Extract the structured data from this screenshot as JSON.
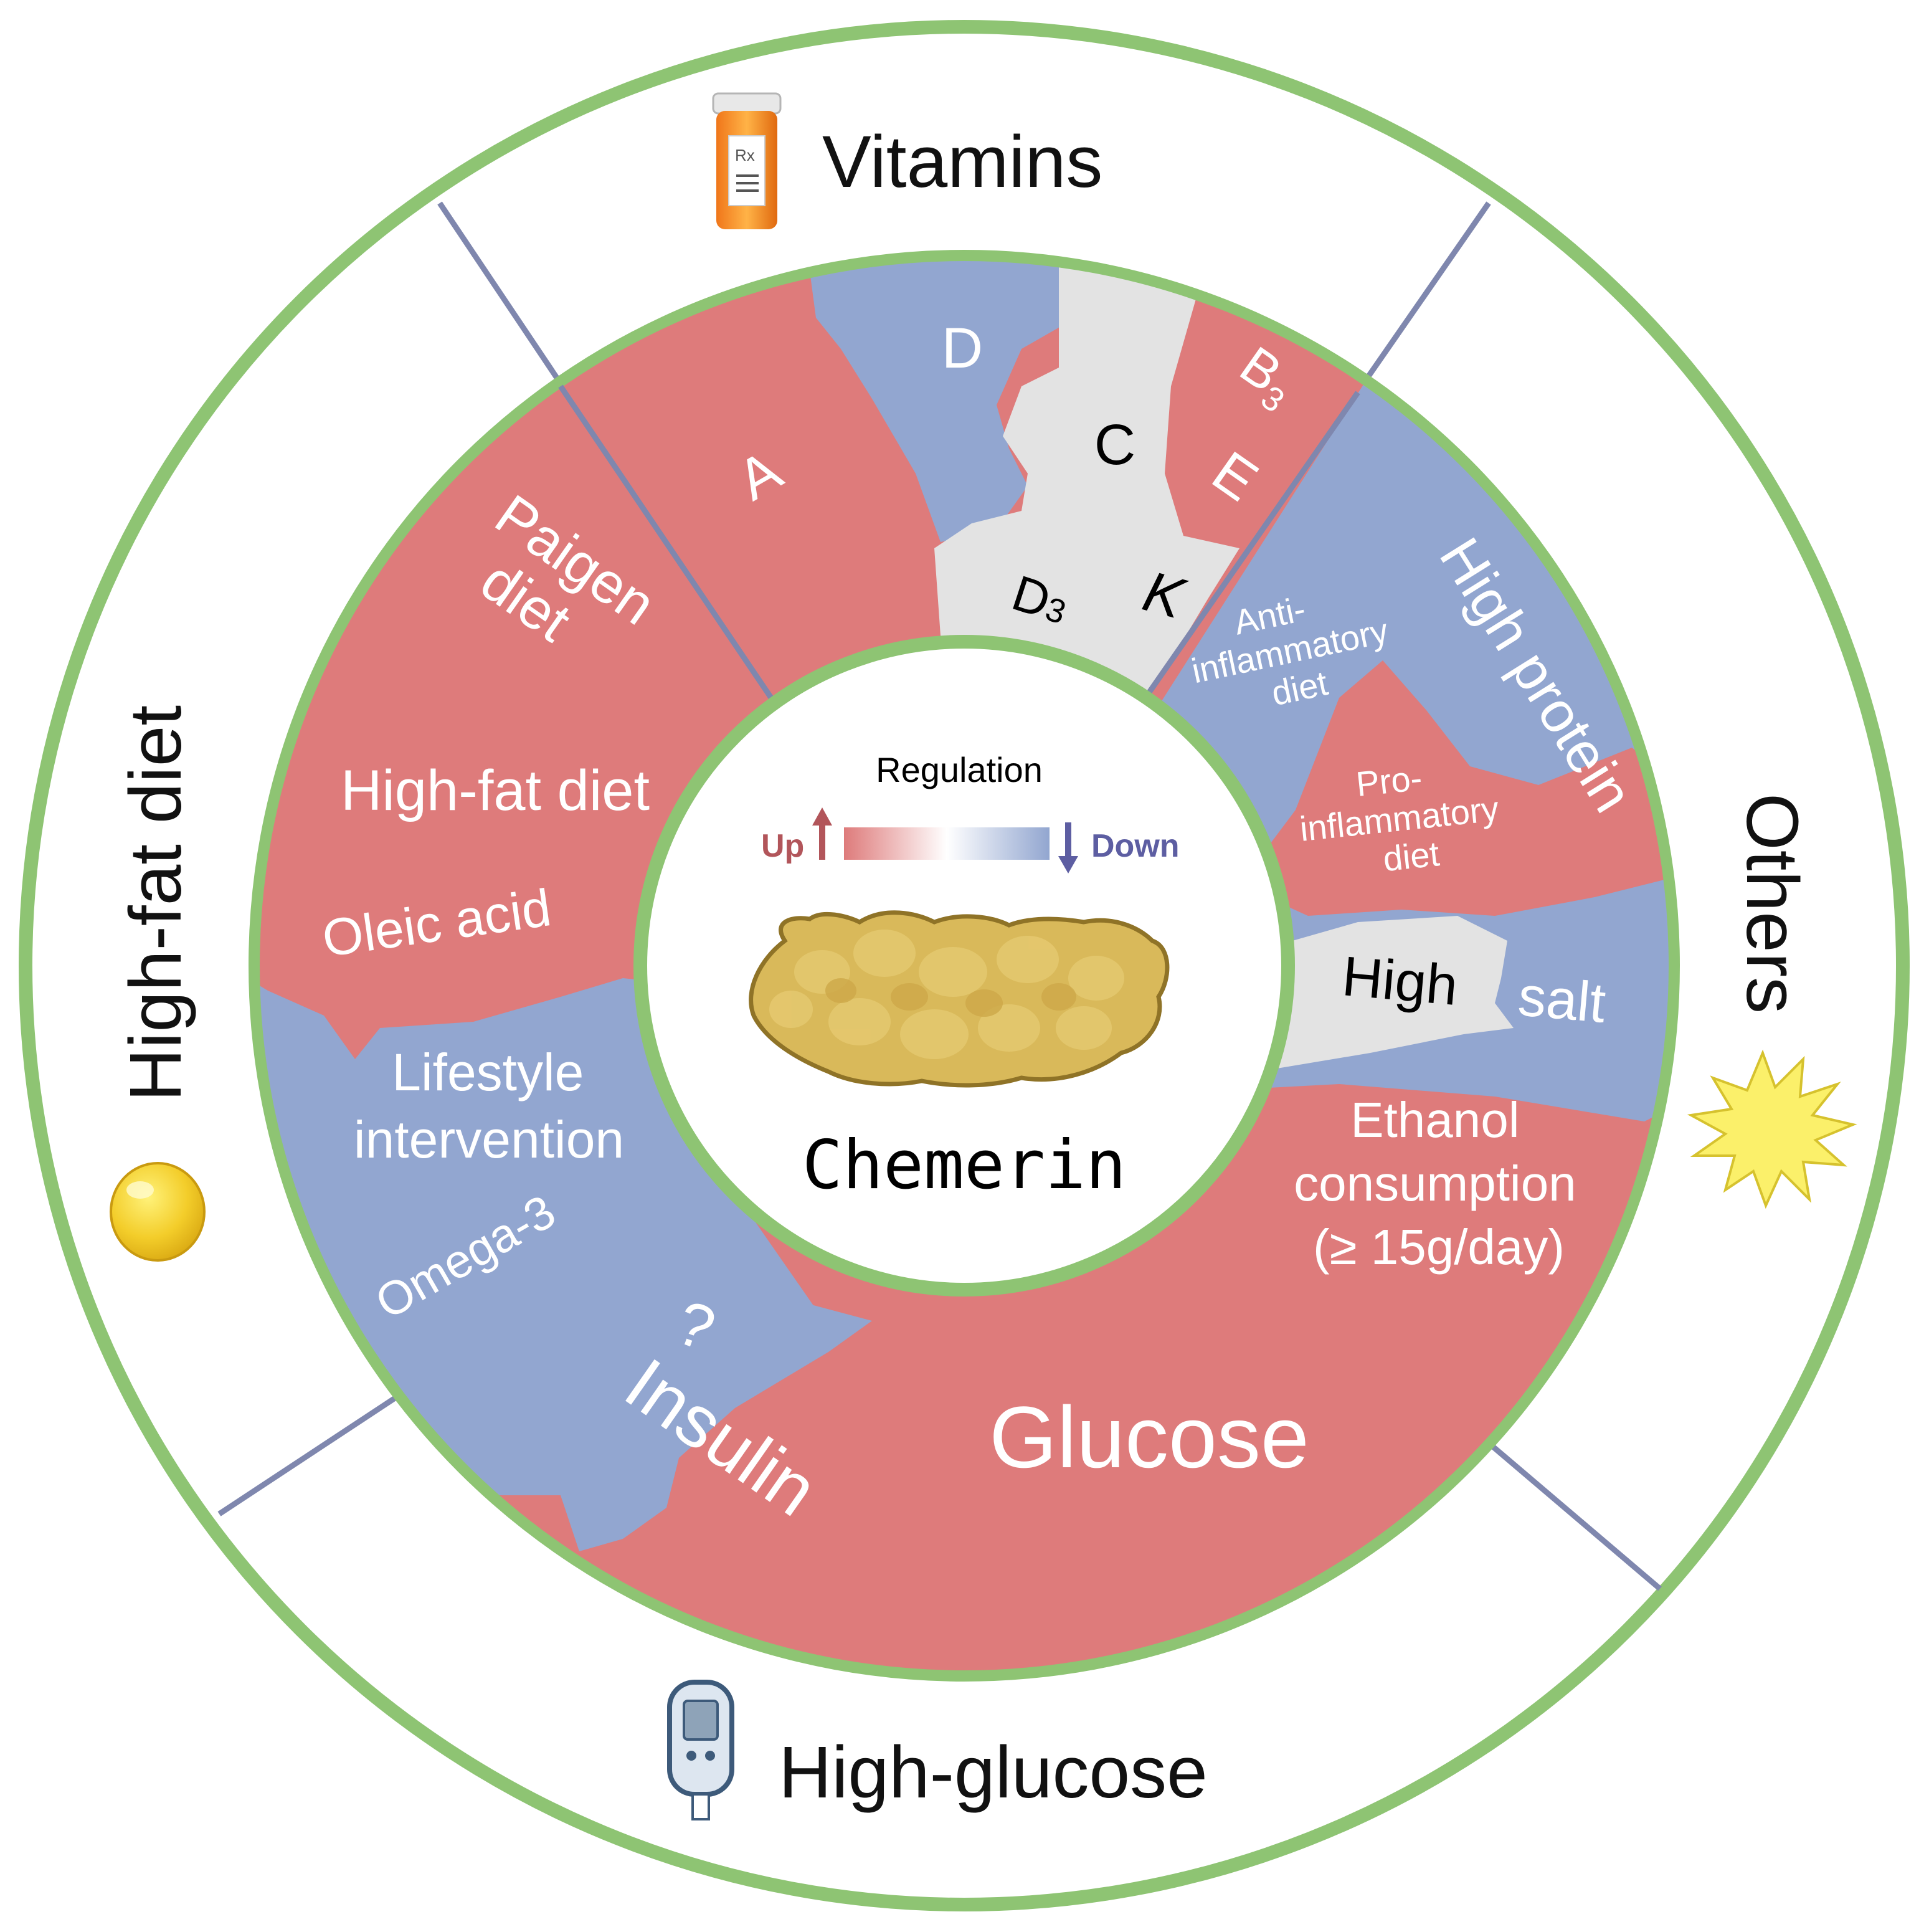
{
  "legend": {
    "title": "Regulation",
    "up_label": "Up",
    "down_label": "Down"
  },
  "center": {
    "label": "Chemerin"
  },
  "categories": {
    "vitamins": "Vitamins",
    "high_fat_diet": "High-fat diet",
    "others": "Others",
    "high_glucose": "High-glucose"
  },
  "vitamins_items": {
    "a": "A",
    "d": "D",
    "c": "C",
    "b3_base": "B",
    "b3_sub": "3",
    "e": "E",
    "d3_base": "D",
    "d3_sub": "3",
    "k": "K"
  },
  "high_fat_items": {
    "paigen_line1": "Paigen",
    "paigen_line2": "diet",
    "high_fat_diet": "High-fat diet",
    "oleic_acid": "Oleic acid",
    "lifestyle_line1": "Lifestyle",
    "lifestyle_line2": "intervention",
    "omega3": "Omega-3"
  },
  "others_items": {
    "anti_line1": "Anti-",
    "anti_line2": "inflammatory",
    "anti_line3": "diet",
    "high_protein": "High protein",
    "pro_line1": "Pro-",
    "pro_line2": "inflammatory",
    "pro_line3": "diet",
    "high_salt_high": "High",
    "high_salt_salt": "salt",
    "ethanol_line1": "Ethanol",
    "ethanol_line2": "consumption",
    "ethanol_line3": "(≥ 15g/day)"
  },
  "glucose_items": {
    "question": "?",
    "insulin": "Insulin",
    "glucose": "Glucose"
  },
  "colors": {
    "up": "#de7b7b",
    "down": "#92a6d0",
    "neutral": "#e3e3e3",
    "ring": "#8ec473",
    "divider": "#7f87ae",
    "legend_up_text": "#b2555a",
    "legend_down_text": "#5d5ea2"
  },
  "icons": {
    "vitamins": "pill-bottle-icon",
    "high_fat_diet": "oil-drop-icon",
    "others": "starburst-icon",
    "high_glucose": "glucose-meter-icon"
  }
}
